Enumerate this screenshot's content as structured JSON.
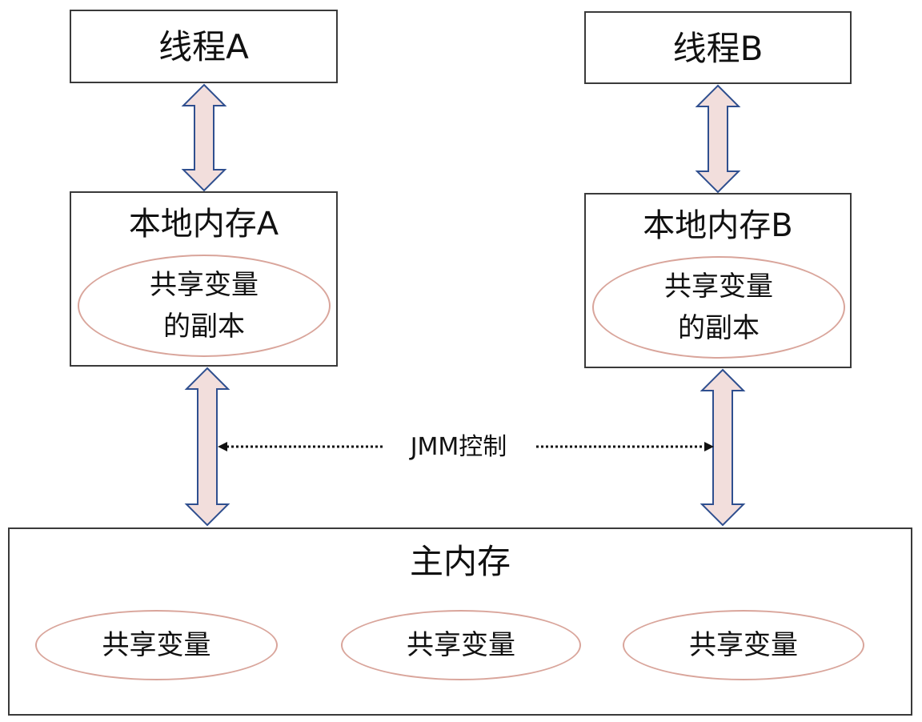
{
  "threads": {
    "a": {
      "label": "线程A"
    },
    "b": {
      "label": "线程B"
    }
  },
  "local_memory": {
    "a": {
      "label": "本地内存A",
      "copy_label": "共享变量\n的副本"
    },
    "b": {
      "label": "本地内存B",
      "copy_label": "共享变量\n的副本"
    }
  },
  "main_memory": {
    "label": "主内存",
    "variables": [
      "共享变量",
      "共享变量",
      "共享变量"
    ]
  },
  "jmm_control": {
    "label": "JMM控制"
  },
  "colors": {
    "box_border": "#3a3a3a",
    "ellipse_border": "#d9a59b",
    "arrow_fill": "#f2dedc",
    "arrow_stroke": "#2f4f8f",
    "dotted_line": "#111111"
  },
  "icons": {
    "vertical_arrow": "double-headed-arrow-icon",
    "horizontal_arrow": "dotted-arrow-icon"
  }
}
